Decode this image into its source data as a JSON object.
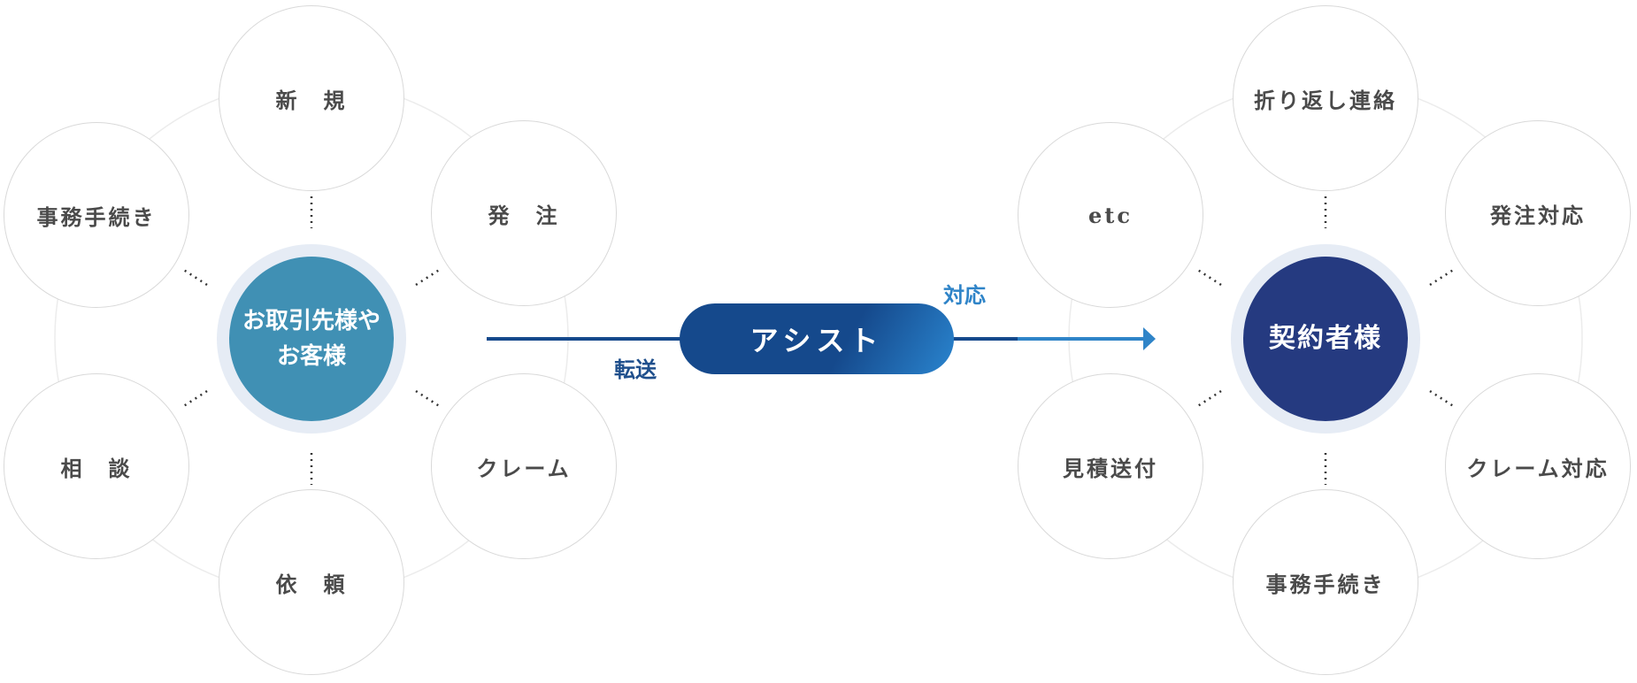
{
  "left_hub": {
    "label_line1": "お取引先様や",
    "label_line2": "お客様",
    "fill": "#4090b4"
  },
  "left_nodes": [
    {
      "label": "新　規"
    },
    {
      "label": "発　注"
    },
    {
      "label": "クレーム"
    },
    {
      "label": "依　頼"
    },
    {
      "label": "相　談"
    },
    {
      "label": "事務手続き"
    }
  ],
  "flow": {
    "transfer_label": "転送",
    "assist_label": "アシスト",
    "response_label": "対応",
    "line_color": "#15498c",
    "arrow_color": "#2f84c8"
  },
  "right_hub": {
    "label": "契約者様",
    "fill": "#253a80"
  },
  "right_nodes": [
    {
      "label": "折り返し連絡"
    },
    {
      "label": "発注対応"
    },
    {
      "label": "クレーム対応"
    },
    {
      "label": "事務手続き"
    },
    {
      "label": "見積送付"
    },
    {
      "label": "etc"
    }
  ]
}
